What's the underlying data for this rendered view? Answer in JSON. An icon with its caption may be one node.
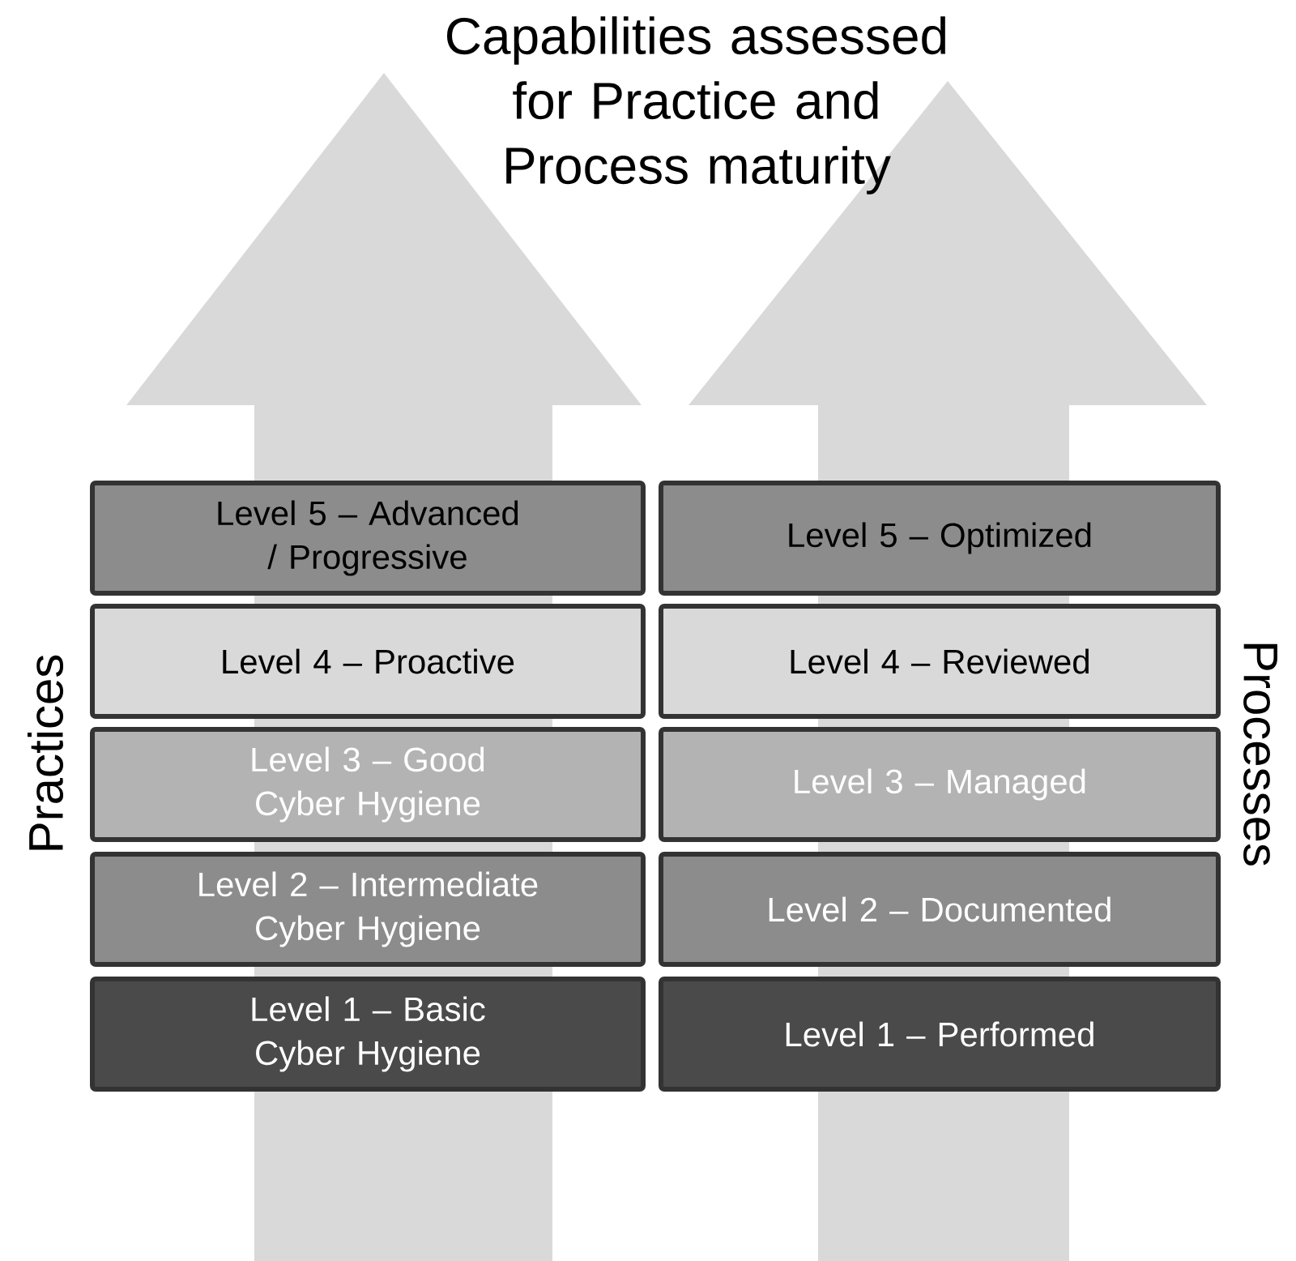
{
  "diagram": {
    "title": "Capabilities assessed for Practice and Process maturity",
    "nodes": [
      {
        "text": [
          "Level 5 – Advanced / Progressive"
        ]
      },
      {
        "text": [
          "Level 4 – Proactive"
        ]
      },
      {
        "text": [
          "Level 3 – Good Cyber Hygiene"
        ]
      },
      {
        "text": [
          "Level 2 – Intermediate Cyber Hygiene"
        ]
      },
      {
        "text": [
          "Level 1 – Basic Cyber Hygiene"
        ]
      },
      {
        "text": [
          "Level 5 – Optimized"
        ]
      },
      {
        "text": [
          "Level 4 – Reviewed"
        ]
      },
      {
        "text": [
          "Level 3 – Managed"
        ]
      },
      {
        "text": [
          "Level 2 – Documented"
        ]
      },
      {
        "text": [
          "Level 1 – Performed"
        ]
      }
    ],
    "labels": [
      "Practices",
      "Processes"
    ]
  }
}
